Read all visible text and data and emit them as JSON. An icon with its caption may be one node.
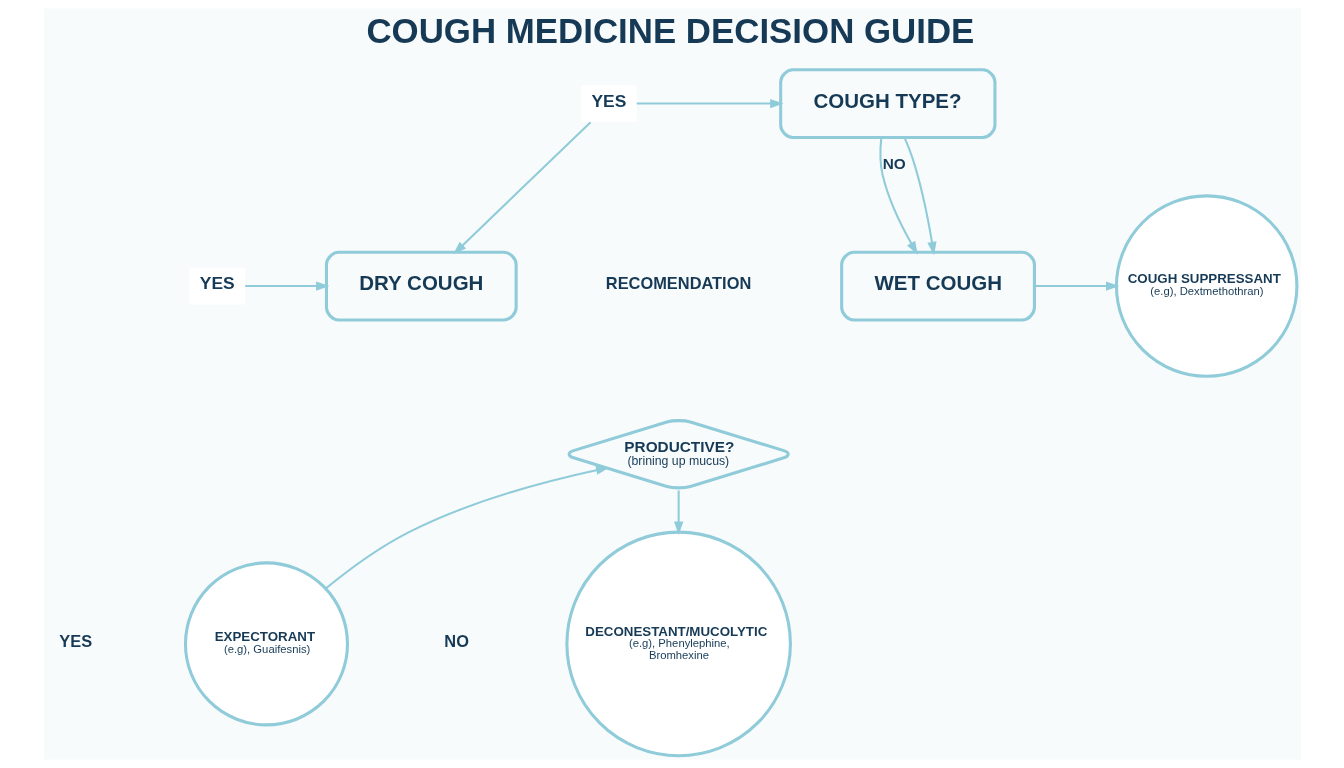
{
  "diagram": {
    "title": "COUGH MEDICINE DECISION GUIDE",
    "nodes": [
      {
        "text": [
          "YES"
        ]
      },
      {
        "text": [
          "COUGH TYPE?"
        ]
      },
      {
        "text": [
          "YES"
        ]
      },
      {
        "text": [
          "DRY COUGH"
        ]
      },
      {
        "text": [
          "WET COUGH"
        ]
      },
      {
        "text": [
          "COUGH SUPPRESSANT",
          "(e.g), Dextmethothran)"
        ]
      },
      {
        "text": [
          "PRODUCTIVE?",
          "(brining up mucus)"
        ]
      },
      {
        "text": [
          "EXPECTORANT",
          "(e.g), Guaifesnis)"
        ]
      },
      {
        "text": [
          "DECONESTANT/MUCOLYTIC",
          "(e.g), Phenylephine, Bromhexine"
        ]
      }
    ],
    "edges": [
      {
        "from": 0,
        "to": 1,
        "arrow": "to"
      },
      {
        "from": 0,
        "to": 3,
        "arrow": "to"
      },
      {
        "from": 1,
        "to": 4,
        "arrow": "to",
        "label": "NO"
      },
      {
        "from": 2,
        "to": 3,
        "arrow": "to"
      },
      {
        "from": 1,
        "to": 4,
        "arrow": "to"
      },
      {
        "from": 4,
        "to": 5,
        "arrow": "to"
      },
      {
        "from": 7,
        "to": 6,
        "arrow": "to"
      },
      {
        "from": 6,
        "to": 8,
        "arrow": "to"
      }
    ],
    "labels": [
      "RECOMENDATION",
      "YES",
      "NO"
    ]
  }
}
